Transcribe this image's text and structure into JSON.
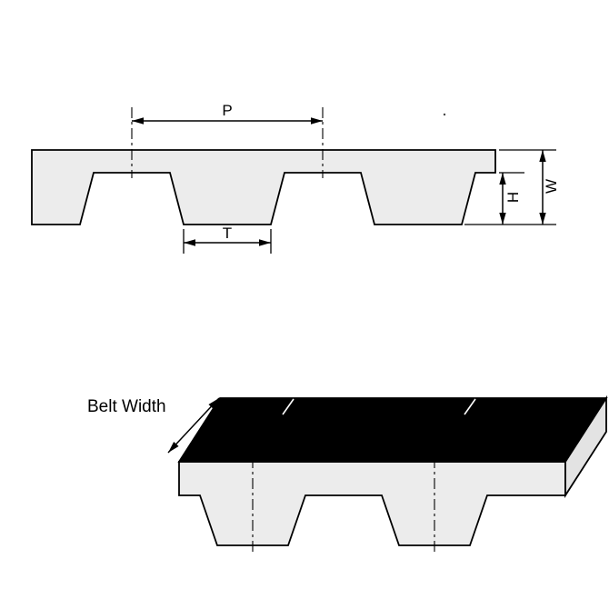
{
  "diagram": {
    "labels": {
      "pitch": "P",
      "tooth_width": "T",
      "tooth_height": "H",
      "belt_thickness": "W",
      "belt_width": "Belt Width"
    },
    "colors": {
      "outline": "#000000",
      "belt_fill": "#ececec",
      "top_face_fill": "#000000",
      "end_face_fill": "#e3e3e3",
      "background": "#ffffff"
    }
  }
}
